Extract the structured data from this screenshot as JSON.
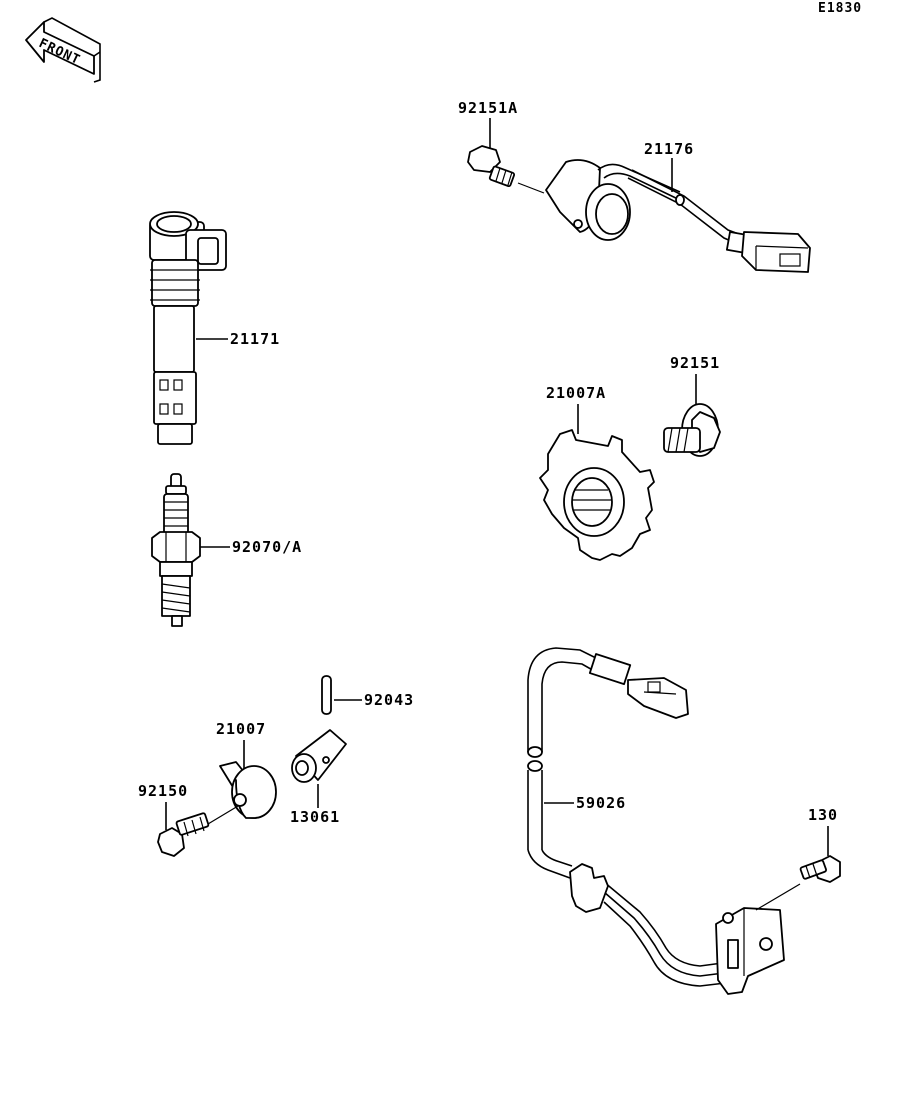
{
  "figure_code": "E1830",
  "front_label": "FRONT",
  "callouts": {
    "p21171": "21171",
    "p92070A": "92070/A",
    "p92151A": "92151A",
    "p21176": "21176",
    "p21007A": "21007A",
    "p92151": "92151",
    "p92043": "92043",
    "p21007": "21007",
    "p13061": "13061",
    "p92150": "92150",
    "p59026": "59026",
    "p130": "130"
  }
}
